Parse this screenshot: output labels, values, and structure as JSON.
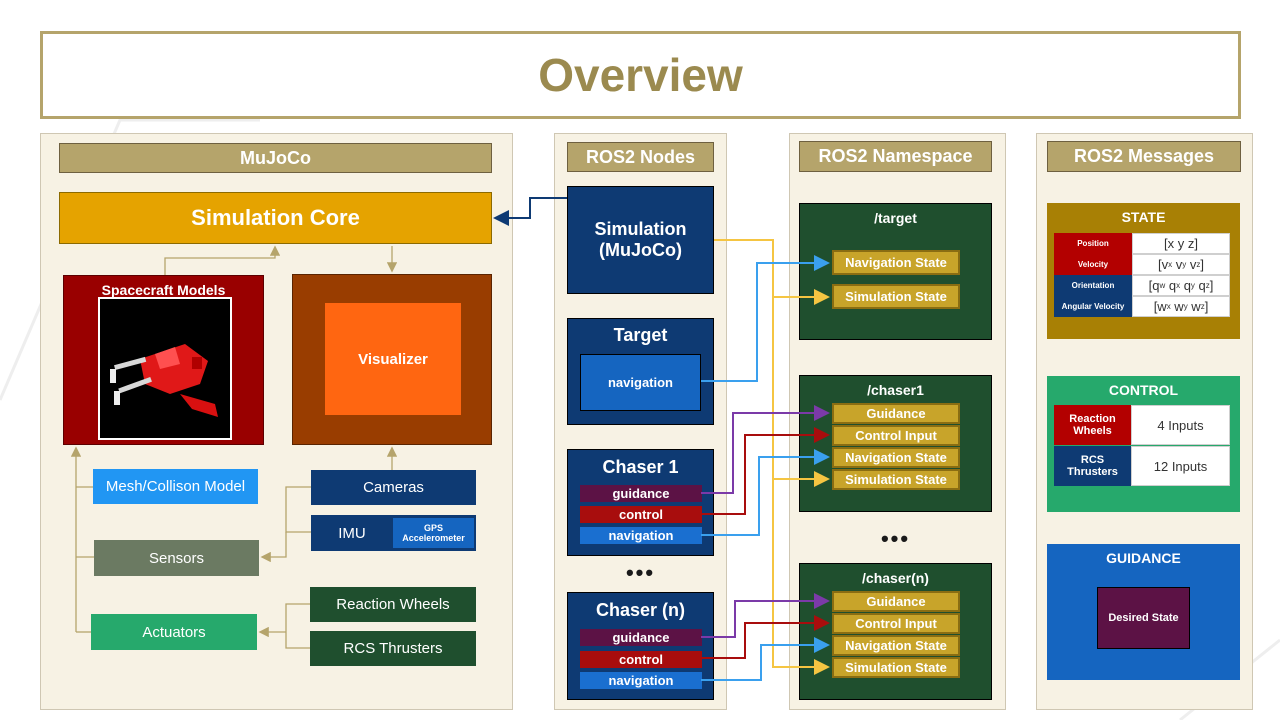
{
  "title": "Overview",
  "mujoco": {
    "header": "MuJoCo",
    "simulation_core": "Simulation Core",
    "spacecraft_models": "Spacecraft Models",
    "visualizer": "Visualizer",
    "mesh_model": "Mesh/Collison Model",
    "sensors": "Sensors",
    "actuators": "Actuators",
    "cameras": "Cameras",
    "imu": "IMU",
    "imu_sub": "GPS Accelerometer",
    "reaction_wheels": "Reaction Wheels",
    "rcs_thrusters": "RCS Thrusters"
  },
  "nodes": {
    "header": "ROS2 Nodes",
    "simulation": "Simulation (MuJoCo)",
    "target": {
      "title": "Target",
      "navigation": "navigation"
    },
    "chaser1": {
      "title": "Chaser 1",
      "guidance": "guidance",
      "control": "control",
      "navigation": "navigation"
    },
    "dots": "•••",
    "chasern": {
      "title": "Chaser (n)",
      "guidance": "guidance",
      "control": "control",
      "navigation": "navigation"
    }
  },
  "namespace": {
    "header": "ROS2 Namespace",
    "target": {
      "title": "/target",
      "nav_state": "Navigation State",
      "sim_state": "Simulation State"
    },
    "chaser1": {
      "title": "/chaser1",
      "guidance": "Guidance",
      "control_input": "Control Input",
      "nav_state": "Navigation State",
      "sim_state": "Simulation State"
    },
    "dots": "•••",
    "chasern": {
      "title": "/chaser(n)",
      "guidance": "Guidance",
      "control_input": "Control Input",
      "nav_state": "Navigation State",
      "sim_state": "Simulation State"
    }
  },
  "messages": {
    "header": "ROS2 Messages",
    "state": {
      "title": "STATE",
      "rows": [
        {
          "label": "Position",
          "value": "[x y z]"
        },
        {
          "label": "Velocity",
          "value": "[vx vy vz]"
        },
        {
          "label": "Orientation",
          "value": "[qw qx qy qz]"
        },
        {
          "label": "Angular Velocity",
          "value": "[wx wy wz]"
        }
      ]
    },
    "control": {
      "title": "CONTROL",
      "rows": [
        {
          "label": "Reaction Wheels",
          "value": "4 Inputs"
        },
        {
          "label": "RCS Thrusters",
          "value": "12 Inputs"
        }
      ]
    },
    "guidance": {
      "title": "GUIDANCE",
      "desired": "Desired State"
    }
  },
  "colors": {
    "gold": "#b5a46b",
    "sim_state_wire": "#f5c542",
    "navigation_wire": "#3aa0ee",
    "control_wire": "#a80d0d",
    "guidance_wire": "#7b3aa8"
  }
}
